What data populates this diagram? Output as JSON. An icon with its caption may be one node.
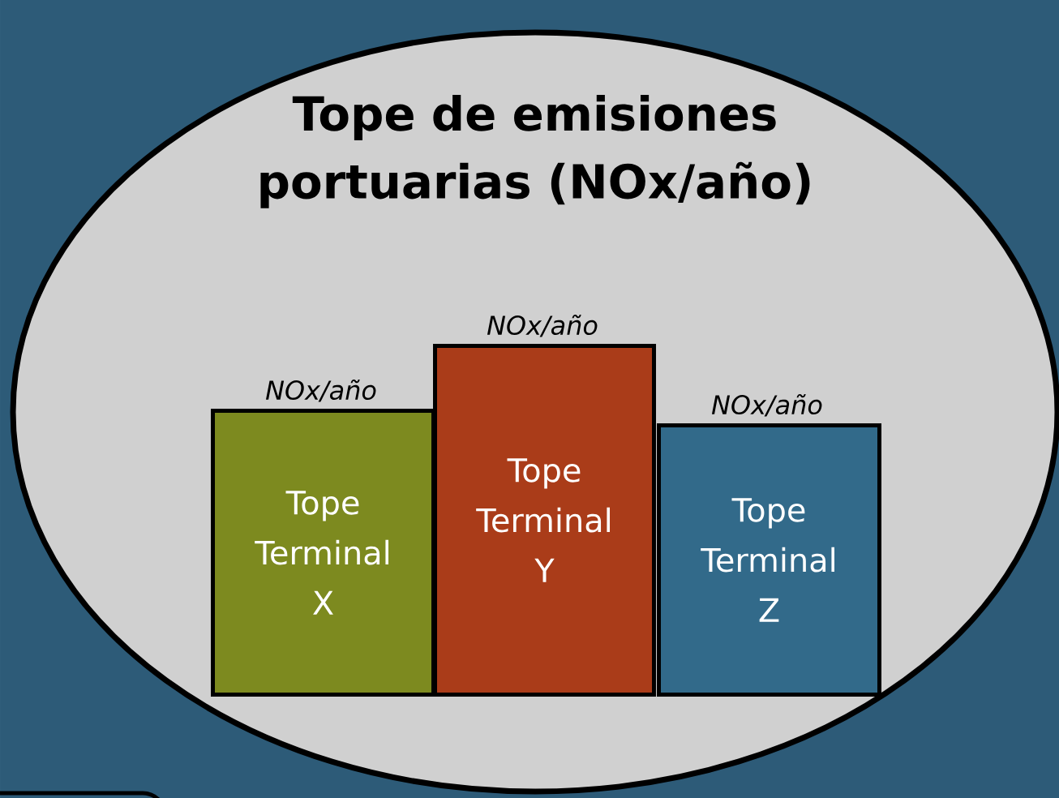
{
  "diagram": {
    "nodes": [
      {
        "text": [
          "Tope de emisiones portuarias (NOx/año)"
        ]
      },
      {
        "text": [
          "Tope Terminal X"
        ],
        "beside": [
          "NOx/año"
        ],
        "in": 0
      },
      {
        "text": [
          "Tope Terminal Y"
        ],
        "beside": [
          "NOx/año"
        ],
        "in": 0
      },
      {
        "text": [
          "Tope Terminal Z"
        ],
        "beside": [
          "NOx/año"
        ],
        "in": 0
      }
    ]
  }
}
